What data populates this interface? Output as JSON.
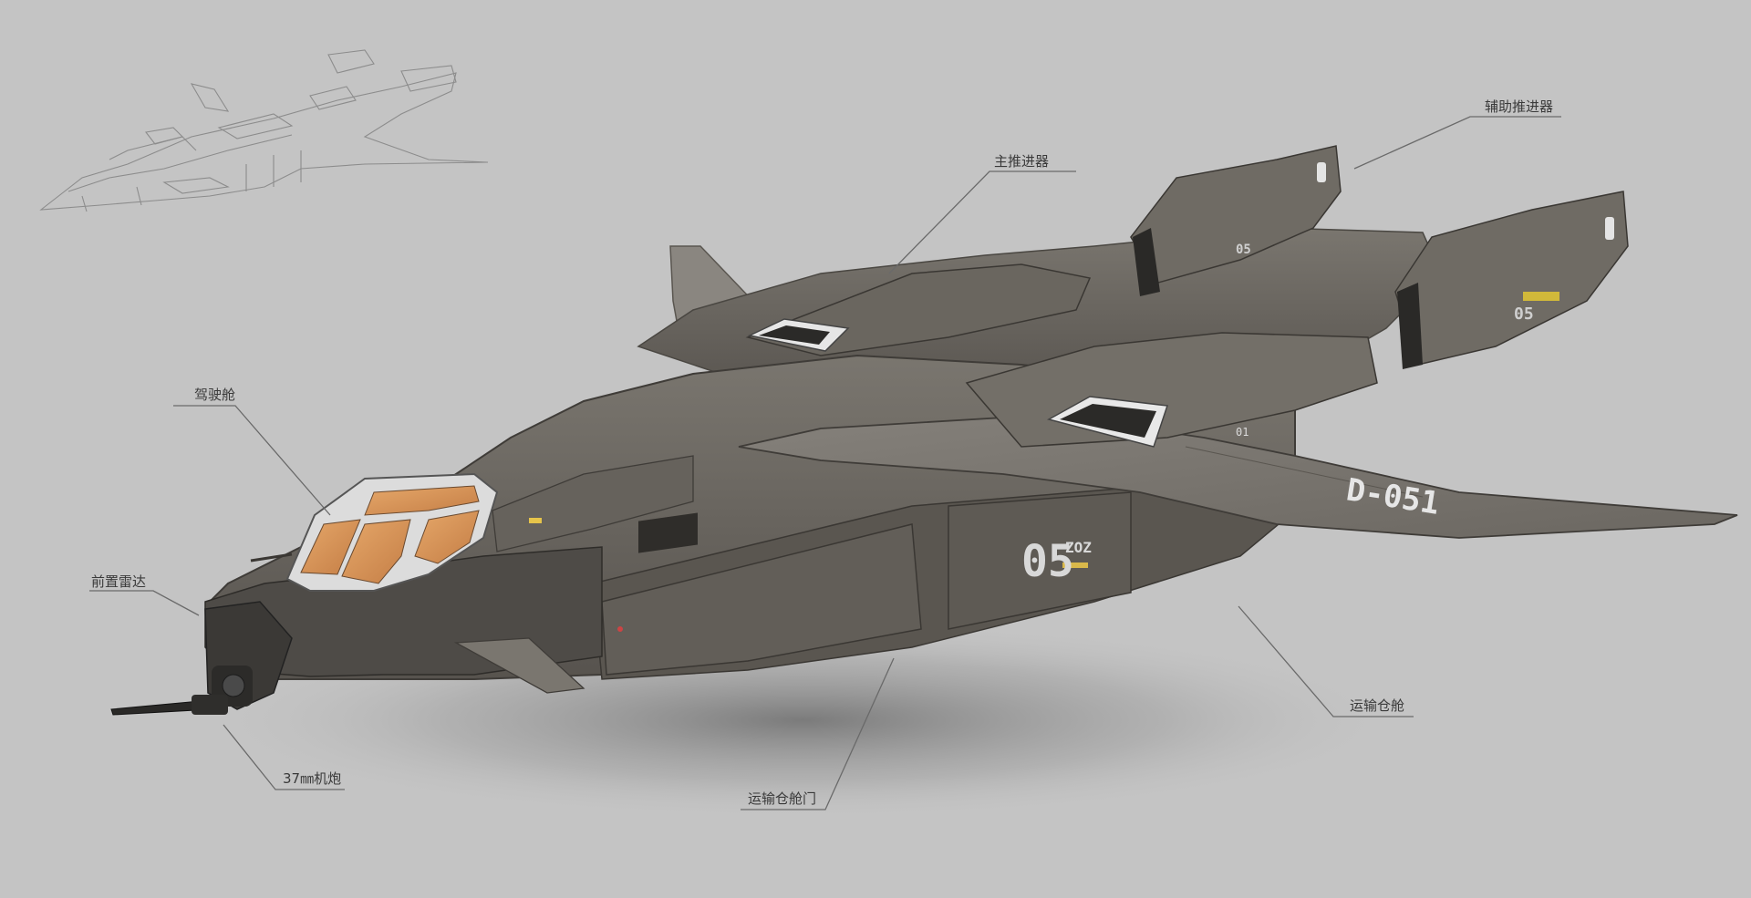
{
  "colors": {
    "background": "#c4c4c4",
    "hull": "#6e6a64",
    "hull_dark": "#4d4a46",
    "hull_light": "#8a8680",
    "canopy": "#d9955a",
    "panel_white": "#e4e4e4",
    "callout_line": "#6a6a6a"
  },
  "callouts": {
    "main_thruster": "主推进器",
    "aux_thruster": "辅助推进器",
    "cockpit": "驾驶舱",
    "front_radar": "前置雷达",
    "cannon": "37㎜机炮",
    "cargo_door": "运输仓舱门",
    "cargo_bay": "运输仓舱"
  },
  "markings": {
    "wing_id": "D-051",
    "bay_number": "05",
    "bay_code": "ZOZ",
    "pod_number": "05",
    "pod_number_2": "05",
    "hull_tag": "01"
  }
}
